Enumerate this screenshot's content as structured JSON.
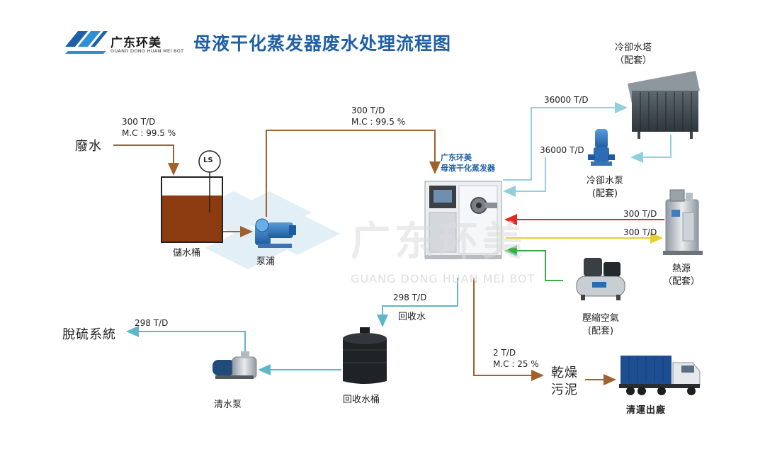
{
  "brand": {
    "name_cn": "广东环美",
    "name_en": "GUANG DONG HUAN MEI BOT"
  },
  "title": "母液干化蒸发器废水处理流程图",
  "watermark": {
    "cn": "广东环美",
    "en": "GUANG DONG HUAN MEI BOT"
  },
  "nodes": {
    "waste_water": "廢水",
    "storage_tank": "儲水桶",
    "level_switch": "LS",
    "pump": "泵浦",
    "evaporator_line1": "广东环美",
    "evaporator_line2": "母液干化蒸发器",
    "cooling_tower_line1": "冷卻水塔",
    "cooling_tower_line2": "（配套）",
    "cooling_pump_line1": "冷卻水泵",
    "cooling_pump_line2": "(配套)",
    "heat_source_line1": "熱源",
    "heat_source_line2": "（配套）",
    "air_line1": "壓縮空氣",
    "air_line2": "(配套)",
    "recycle_tank": "回收水桶",
    "clean_pump": "清水泵",
    "desulfur": "脫硫系統",
    "dry_sludge_line1": "乾燥",
    "dry_sludge_line2": "污泥",
    "truck": "清運出廠",
    "recycle_water": "回收水"
  },
  "flows": {
    "in_rate": "300 T/D",
    "in_mc": "M.C : 99.5 %",
    "pump_rate": "300 T/D",
    "pump_mc": "M.C : 99.5 %",
    "tower_rate": "36000 T/D",
    "cooling_rate": "36000 T/D",
    "heat_out": "300 T/D",
    "heat_in": "300 T/D",
    "recycle_rate": "298 T/D",
    "desulfur_rate": "298 T/D",
    "sludge_rate": "2 T/D",
    "sludge_mc": "M.C : 25 %"
  },
  "colors": {
    "brand_blue": "#1e5fa6",
    "feed_line": "#a0612b",
    "cooling_line": "#8fd0dc",
    "recycle_line": "#5fb6c9",
    "hot_line": "#e02a20",
    "return_line": "#e8cf2a",
    "air_line": "#3cac4c",
    "tank_liquid": "#8c3a10"
  }
}
